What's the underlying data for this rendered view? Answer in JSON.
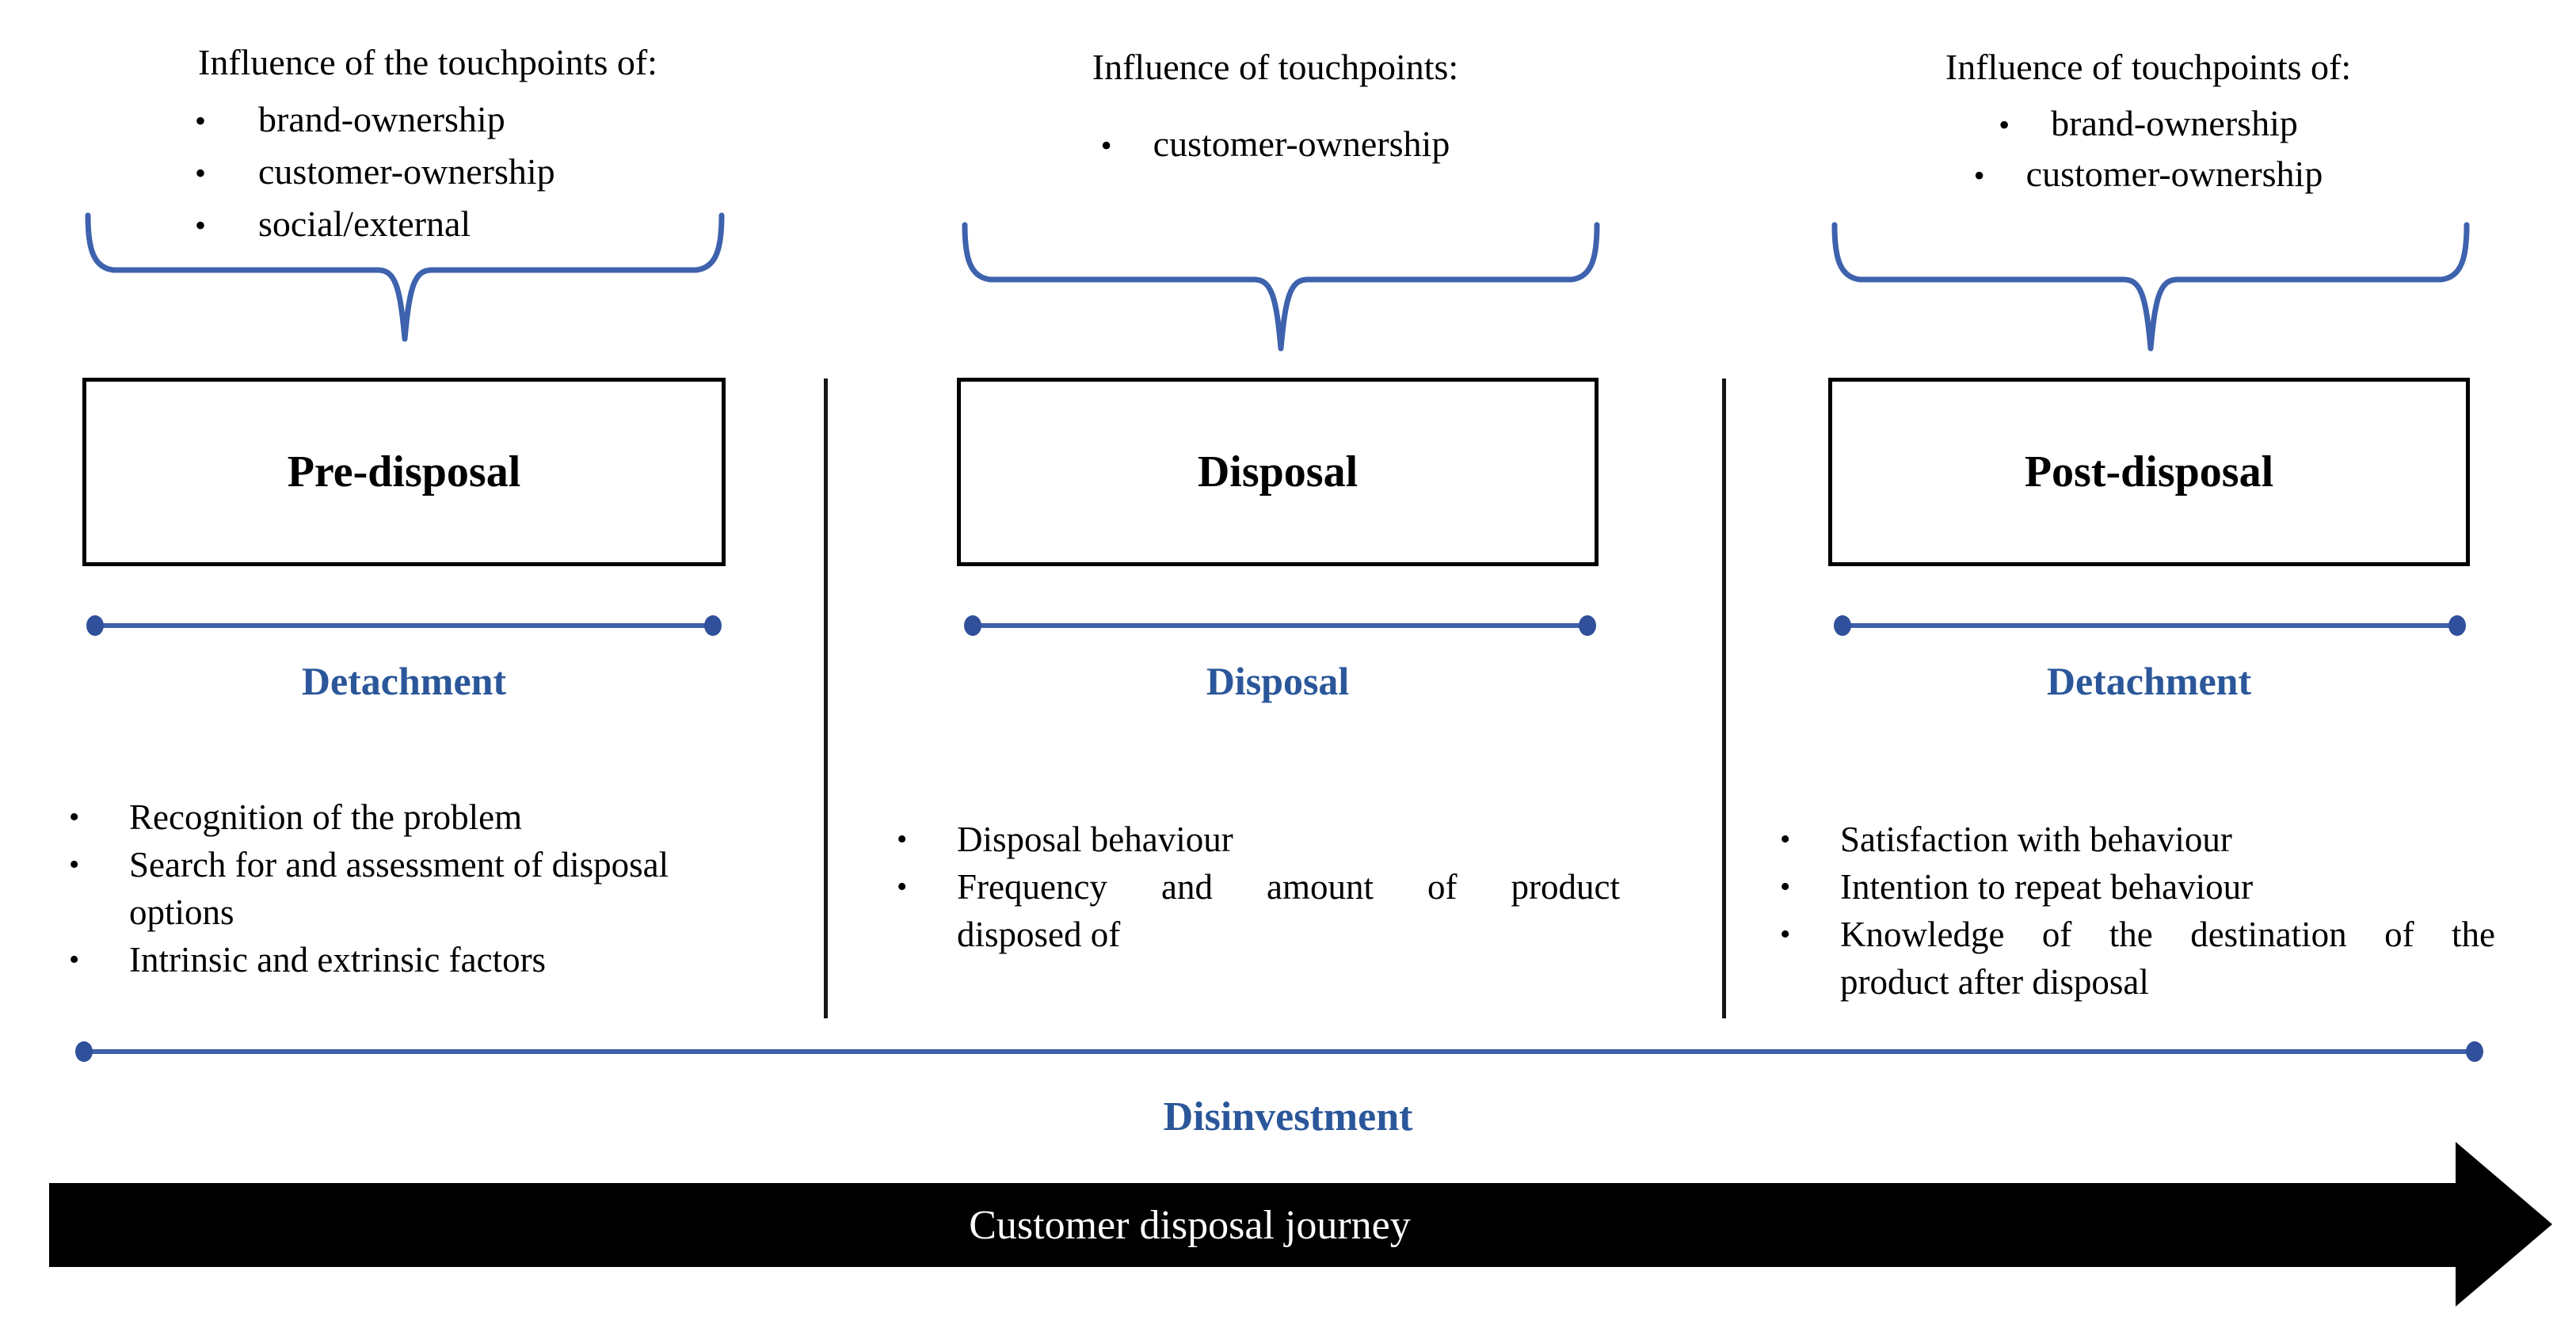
{
  "ui": {
    "bullet_glyph": "•"
  },
  "colors": {
    "accent_blue": "#3E62AD",
    "line_blue": "#3E5FA9",
    "dot_blue": "#30509B",
    "label_blue": "#2B579A",
    "arrow_black": "#000000",
    "journey_text_white": "#FFFFFF"
  },
  "columns": [
    {
      "influence_heading": "Influence of the touchpoints of:",
      "influence_items": [
        "brand-ownership",
        "customer-ownership",
        "social/external"
      ],
      "phase": "Pre-disposal",
      "process_label": "Detachment",
      "details": [
        [
          "Recognition of the problem"
        ],
        [
          "Search for and assessment of disposal",
          "options"
        ],
        [
          "Intrinsic and extrinsic factors"
        ]
      ]
    },
    {
      "influence_heading": "Influence of touchpoints:",
      "influence_items": [
        "customer-ownership"
      ],
      "phase": "Disposal",
      "process_label": "Disposal",
      "details": [
        [
          "Disposal behaviour"
        ],
        [
          "Frequency and amount of product",
          "disposed of"
        ]
      ]
    },
    {
      "influence_heading": "Influence of touchpoints of:",
      "influence_items": [
        "brand-ownership",
        "customer-ownership"
      ],
      "phase": "Post-disposal",
      "process_label": "Detachment",
      "details": [
        [
          "Satisfaction with behaviour"
        ],
        [
          "Intention to repeat behaviour"
        ],
        [
          "Knowledge of the destination of the",
          "product after disposal"
        ]
      ]
    }
  ],
  "disinvestment_label": "Disinvestment",
  "journey_label": "Customer disposal journey"
}
